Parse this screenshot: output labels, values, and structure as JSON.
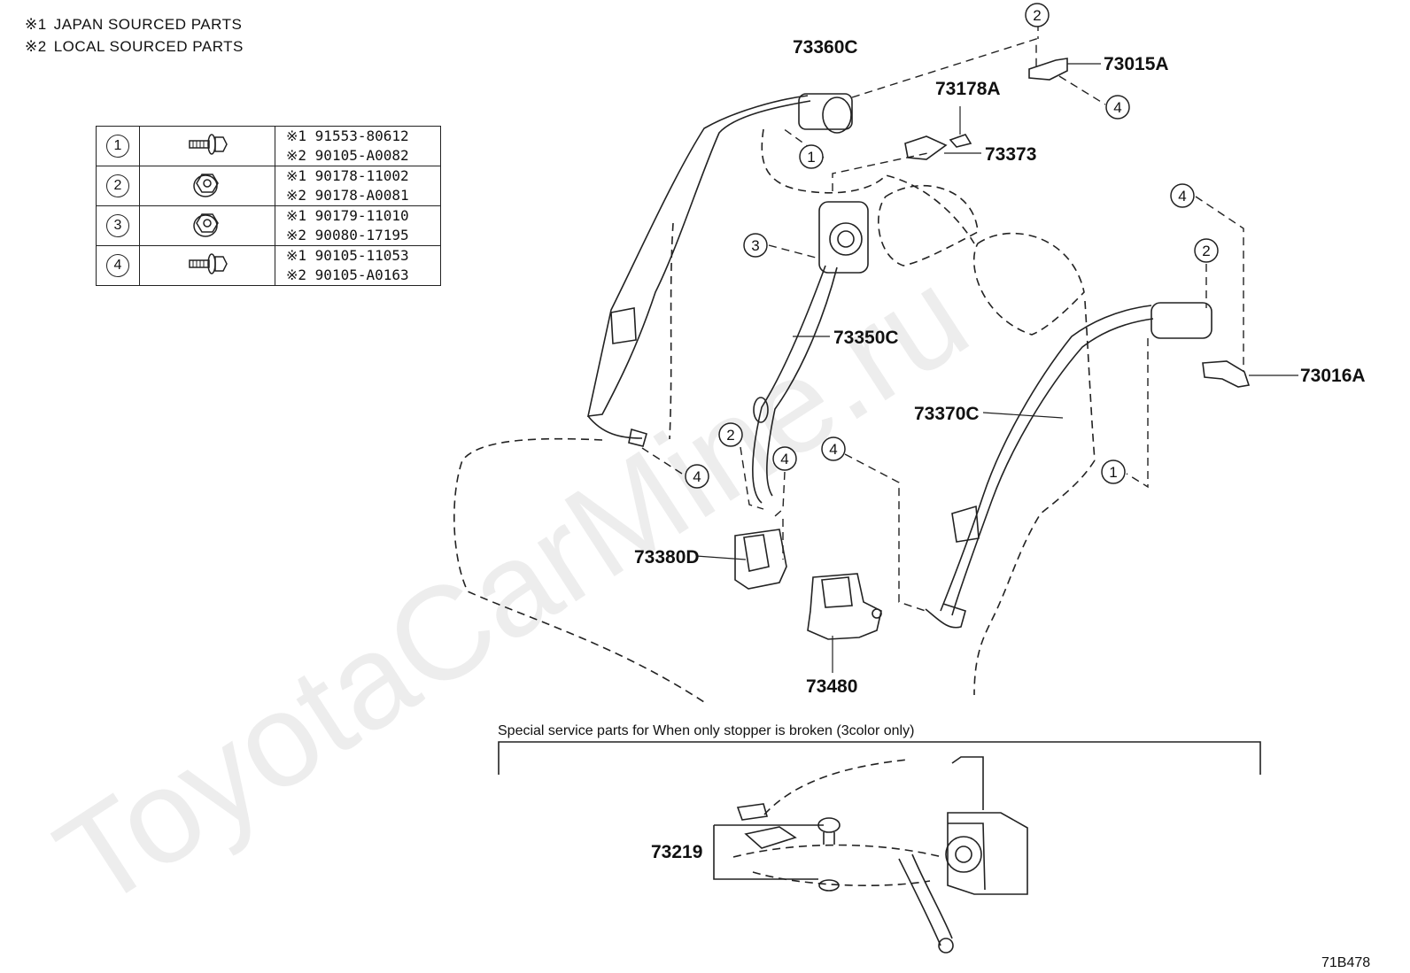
{
  "legend": {
    "line1": {
      "mark": "※1",
      "text": "JAPAN SOURCED PARTS"
    },
    "line2": {
      "mark": "※2",
      "text": "LOCAL SOURCED PARTS"
    }
  },
  "parts_table": [
    {
      "num": "1",
      "icon": "bolt-with-washer-icon",
      "p1": "※1 91553-80612",
      "p2": "※2 90105-A0082"
    },
    {
      "num": "2",
      "icon": "flange-nut-icon",
      "p1": "※1 90178-11002",
      "p2": "※2 90178-A0081"
    },
    {
      "num": "3",
      "icon": "flange-nut-icon",
      "p1": "※1 90179-11010",
      "p2": "※2 90080-17195"
    },
    {
      "num": "4",
      "icon": "bolt-with-washer-icon",
      "p1": "※1 90105-11053",
      "p2": "※2 90105-A0163"
    }
  ],
  "parts": {
    "p73360c": "73360C",
    "p73178a": "73178A",
    "p73015a": "73015A",
    "p73373": "73373",
    "p73350c": "73350C",
    "p73370c": "73370C",
    "p73016a": "73016A",
    "p73380d": "73380D",
    "p73480": "73480",
    "p73219": "73219"
  },
  "callouts": {
    "c1a": "1",
    "c1b": "1",
    "c2a": "2",
    "c2b": "2",
    "c2c": "2",
    "c3a": "3",
    "c4a": "4",
    "c4b": "4",
    "c4c": "4",
    "c4d": "4",
    "c4e": "4"
  },
  "special_note": "Special service parts for When only stopper is broken (3color only)",
  "diagram_code": "71B478",
  "watermark": "ToyotaCarMine.ru"
}
